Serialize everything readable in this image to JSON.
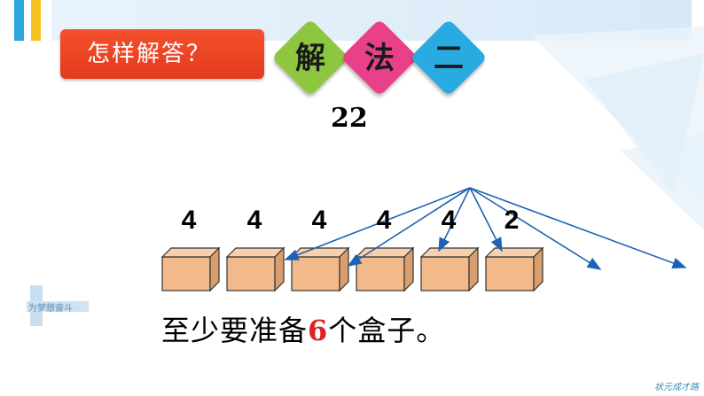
{
  "title": {
    "question": "怎样解答？"
  },
  "method_badges": [
    {
      "char": "解",
      "color": "#8dc73f"
    },
    {
      "char": "法",
      "color": "#e8418a"
    },
    {
      "char": "二",
      "color": "#29abe2"
    }
  ],
  "total": "22",
  "box_counts": [
    "4",
    "4",
    "4",
    "4",
    "4",
    "2"
  ],
  "answer": {
    "prefix": "至少要准备",
    "number": "6",
    "suffix": "个盒子。"
  },
  "watermark": "为梦想奋斗",
  "footer_logo": "状元成才路",
  "colors": {
    "box_fill": "#f2b98a",
    "title_bg": "#f4502d",
    "arrow": "#1d63b5",
    "highlight": "#e02020"
  }
}
